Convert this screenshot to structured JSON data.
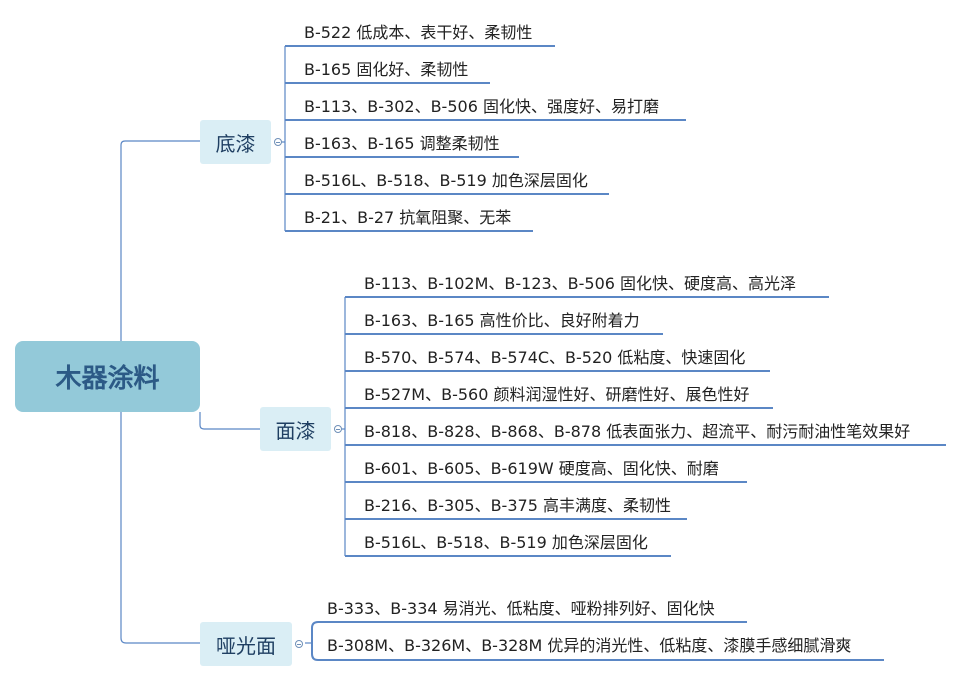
{
  "root": {
    "label": "木器涂料"
  },
  "categories": [
    {
      "label": "底漆",
      "items": [
        "B-522 低成本、表干好、柔韧性",
        "B-165 固化好、柔韧性",
        "B-113、B-302、B-506 固化快、强度好、易打磨",
        "B-163、B-165 调整柔韧性",
        "B-516L、B-518、B-519 加色深层固化",
        "B-21、B-27 抗氧阻聚、无苯"
      ]
    },
    {
      "label": "面漆",
      "items": [
        "B-113、B-102M、B-123、B-506 固化快、硬度高、高光泽",
        "B-163、B-165 高性价比、良好附着力",
        "B-570、B-574、B-574C、B-520 低粘度、快速固化",
        "B-527M、B-560 颜料润湿性好、研磨性好、展色性好",
        "B-818、B-828、B-868、B-878 低表面张力、超流平、耐污耐油性笔效果好",
        "B-601、B-605、B-619W 硬度高、固化快、耐磨",
        "B-216、B-305、B-375 高丰满度、柔韧性",
        "B-516L、B-518、B-519 加色深层固化"
      ]
    },
    {
      "label": "哑光面",
      "items": [
        "B-333、B-334 易消光、低粘度、哑粉排列好、固化快",
        "B-308M、B-326M、B-328M 优异的消光性、低粘度、漆膜手感细腻滑爽"
      ]
    }
  ],
  "colors": {
    "line": "#5b87c5",
    "root_fill": "#93c9d9",
    "category_fill": "#daeef5"
  }
}
